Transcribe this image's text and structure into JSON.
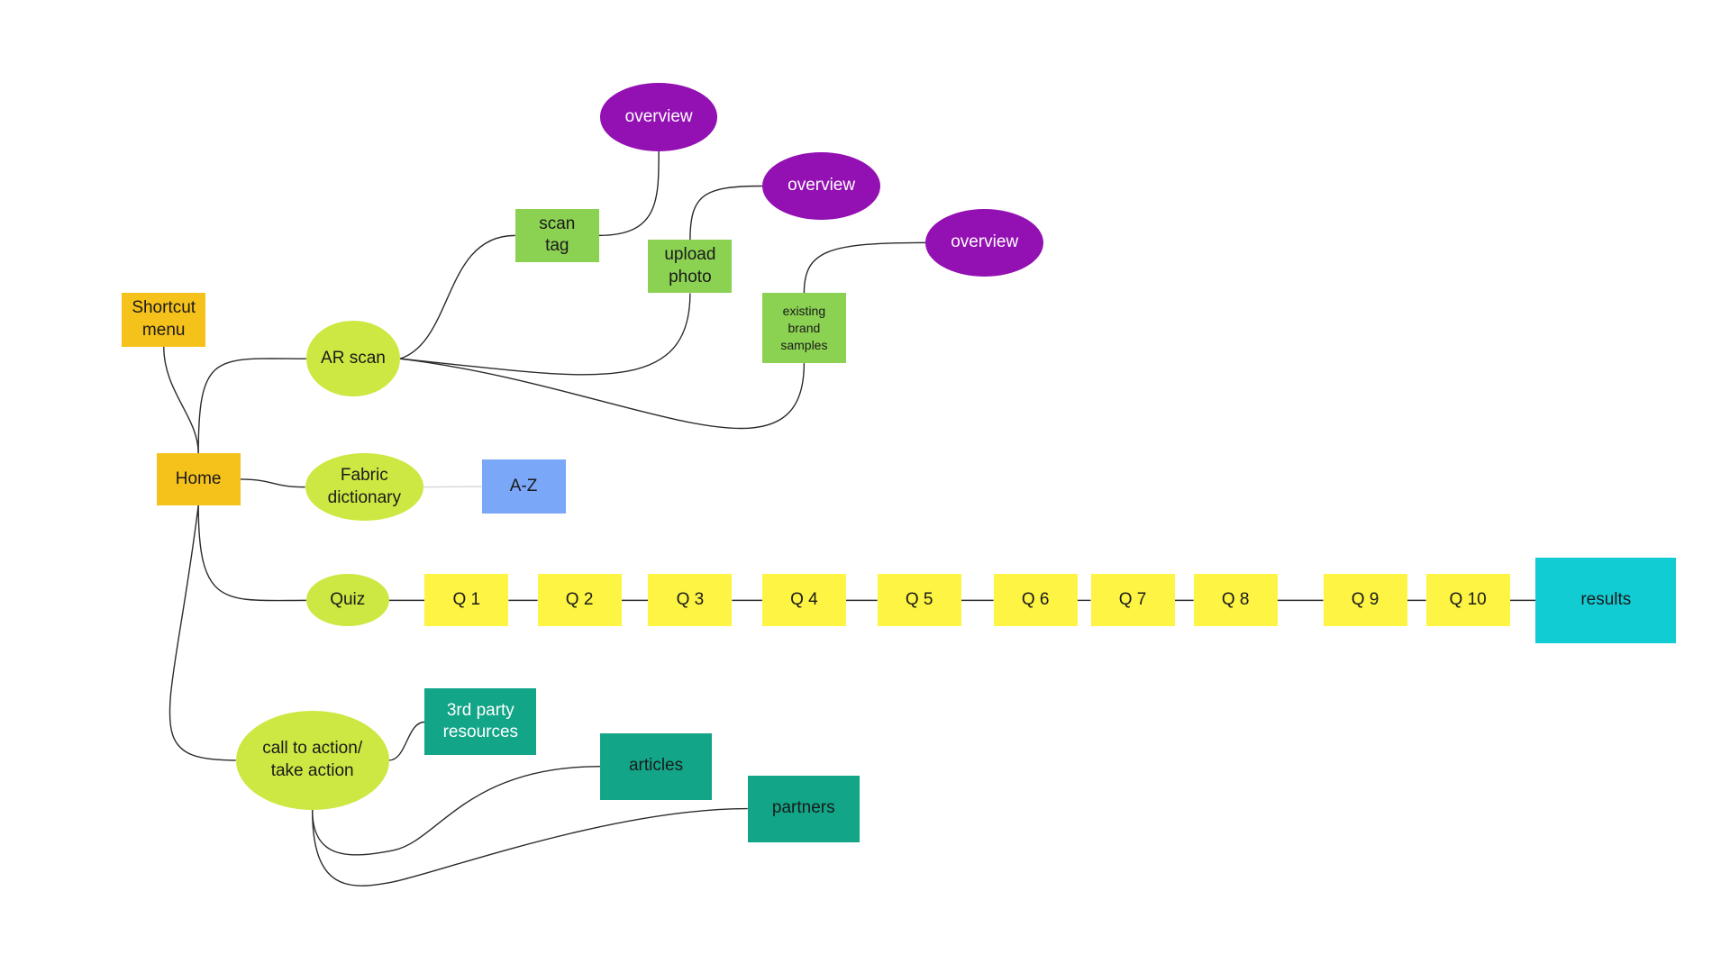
{
  "diagram": {
    "nodes": {
      "shortcut": {
        "label": "Shortcut\nmenu",
        "color": "#f5c21b"
      },
      "home": {
        "label": "Home",
        "color": "#f5c21b"
      },
      "ar_scan": {
        "label": "AR scan",
        "color": "#cde842"
      },
      "fabric_dictionary": {
        "label": "Fabric\ndictionary",
        "color": "#cde842"
      },
      "quiz": {
        "label": "Quiz",
        "color": "#cde842"
      },
      "call_to_action": {
        "label": "call to action/\ntake action",
        "color": "#cde842"
      },
      "scan_tag": {
        "label": "scan\ntag",
        "color": "#8bd152"
      },
      "upload_photo": {
        "label": "upload\nphoto",
        "color": "#8bd152"
      },
      "existing_brand_samples": {
        "label": "existing\nbrand\nsamples",
        "color": "#8bd152"
      },
      "overview_1": {
        "label": "overview",
        "color": "#9310b3"
      },
      "overview_2": {
        "label": "overview",
        "color": "#9310b3"
      },
      "overview_3": {
        "label": "overview",
        "color": "#9310b3"
      },
      "az": {
        "label": "A-Z",
        "color": "#7aa7f7"
      },
      "q1": {
        "label": "Q 1",
        "color": "#fdf443"
      },
      "q2": {
        "label": "Q 2",
        "color": "#fdf443"
      },
      "q3": {
        "label": "Q 3",
        "color": "#fdf443"
      },
      "q4": {
        "label": "Q 4",
        "color": "#fdf443"
      },
      "q5": {
        "label": "Q 5",
        "color": "#fdf443"
      },
      "q6": {
        "label": "Q 6",
        "color": "#fdf443"
      },
      "q7": {
        "label": "Q 7",
        "color": "#fdf443"
      },
      "q8": {
        "label": "Q 8",
        "color": "#fdf443"
      },
      "q9": {
        "label": "Q 9",
        "color": "#fdf443"
      },
      "q10": {
        "label": "Q 10",
        "color": "#fdf443"
      },
      "results": {
        "label": "results",
        "color": "#12ccd4"
      },
      "third_party": {
        "label": "3rd party\nresources",
        "color": "#12a587"
      },
      "articles": {
        "label": "articles",
        "color": "#12a587"
      },
      "partners": {
        "label": "partners",
        "color": "#12a587"
      }
    },
    "edges": [
      [
        "shortcut",
        "home"
      ],
      [
        "home",
        "ar_scan"
      ],
      [
        "home",
        "fabric_dictionary"
      ],
      [
        "home",
        "quiz"
      ],
      [
        "home",
        "call_to_action"
      ],
      [
        "ar_scan",
        "scan_tag"
      ],
      [
        "ar_scan",
        "upload_photo"
      ],
      [
        "ar_scan",
        "existing_brand_samples"
      ],
      [
        "scan_tag",
        "overview_1"
      ],
      [
        "upload_photo",
        "overview_2"
      ],
      [
        "existing_brand_samples",
        "overview_3"
      ],
      [
        "fabric_dictionary",
        "az"
      ],
      [
        "quiz",
        "q1"
      ],
      [
        "q1",
        "q2"
      ],
      [
        "q2",
        "q3"
      ],
      [
        "q3",
        "q4"
      ],
      [
        "q4",
        "q5"
      ],
      [
        "q5",
        "q6"
      ],
      [
        "q6",
        "q7"
      ],
      [
        "q7",
        "q8"
      ],
      [
        "q8",
        "q9"
      ],
      [
        "q9",
        "q10"
      ],
      [
        "q10",
        "results"
      ],
      [
        "call_to_action",
        "third_party"
      ],
      [
        "call_to_action",
        "articles"
      ],
      [
        "call_to_action",
        "partners"
      ]
    ],
    "line_color": "#2b2b2b",
    "faint_line_color": "#d8d8d8"
  }
}
